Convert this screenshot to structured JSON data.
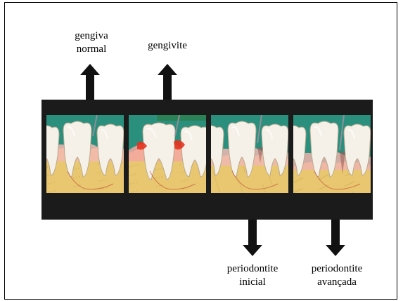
{
  "stages": [
    {
      "id": "normal",
      "lines": [
        "gengiva",
        "normal"
      ],
      "gum_color": "#f2b8b0",
      "inflamed": false,
      "pocket": 0
    },
    {
      "id": "gengivite",
      "lines": [
        "gengivite"
      ],
      "gum_color": "#f3a7a0",
      "inflamed": true,
      "pocket": 0
    },
    {
      "id": "inicial",
      "lines": [
        "periodontite",
        "inicial"
      ],
      "gum_color": "#f0b9b1",
      "inflamed": false,
      "pocket": 1
    },
    {
      "id": "avancada",
      "lines": [
        "periodontite",
        "avançada"
      ],
      "gum_color": "#eeb3ab",
      "inflamed": false,
      "pocket": 2
    }
  ],
  "colors": {
    "strip": "#1b1b1b",
    "bone": "#e8c770",
    "background_top": "#2b8f7e",
    "tooth": "#f5f1e8",
    "inflammation": "#e8331f",
    "probe": "#8a8f96"
  }
}
